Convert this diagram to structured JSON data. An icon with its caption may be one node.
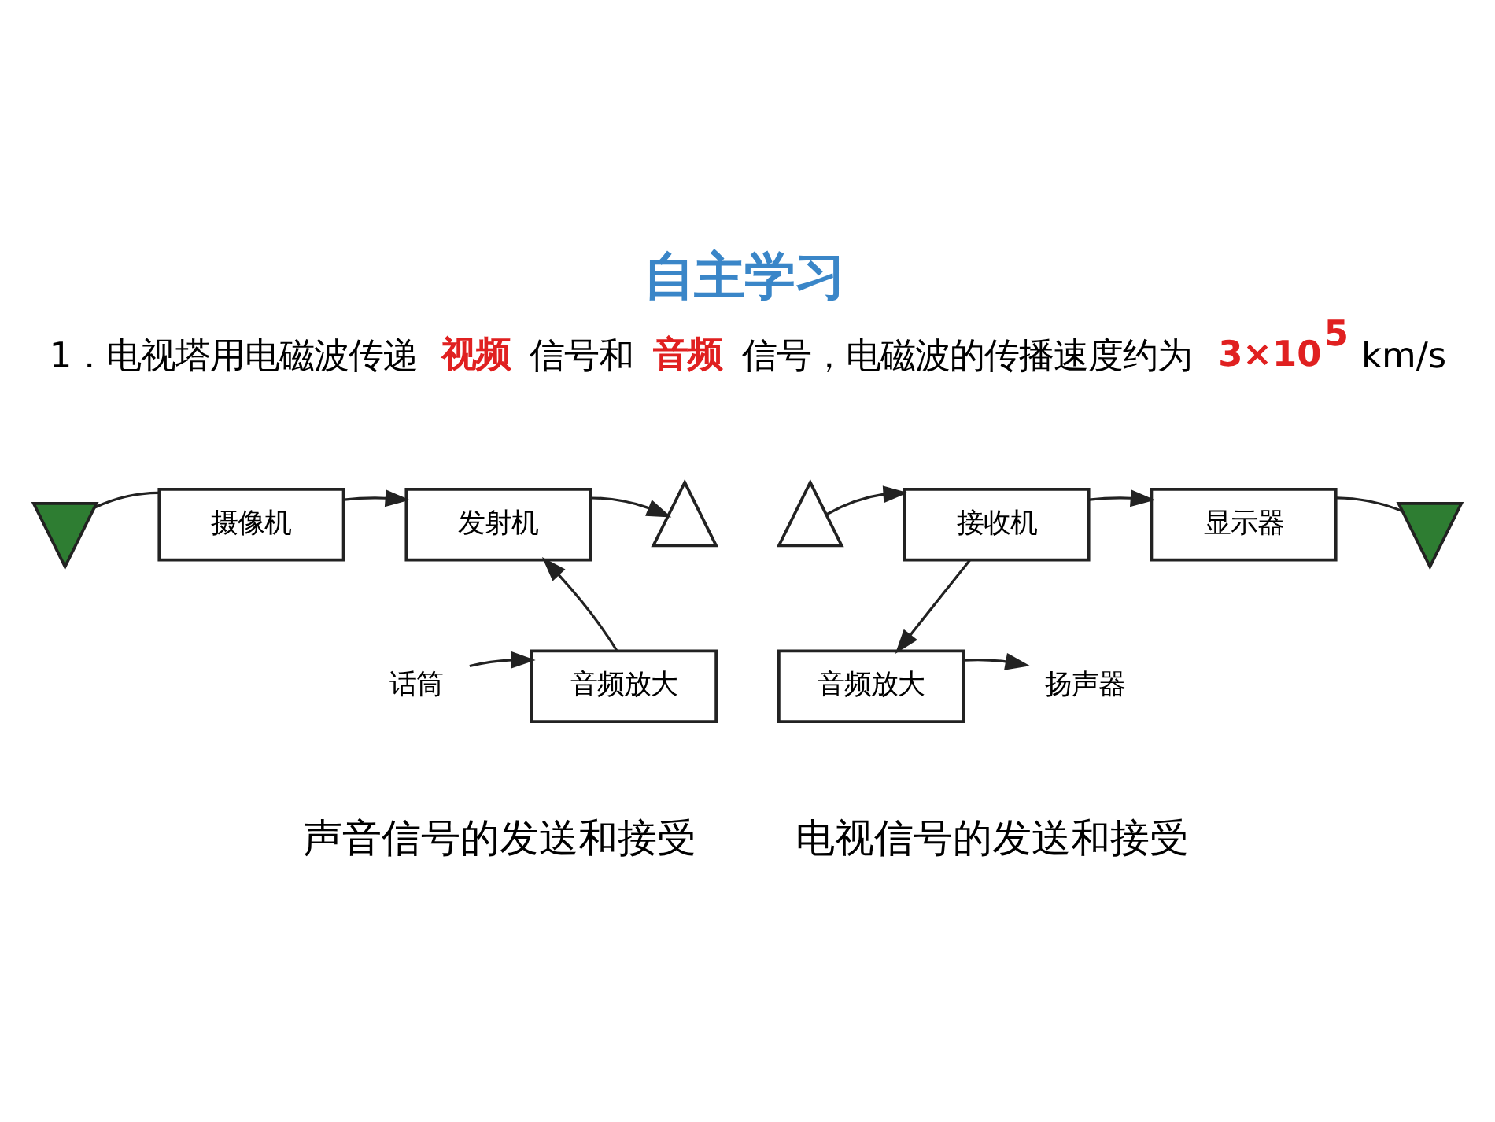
{
  "diagram": {
    "title": "自主学习",
    "nodes": [
      {
        "text": [],
        "shape": "picture"
      },
      {
        "text": [
          "摄像机"
        ]
      },
      {
        "text": [
          "发射机"
        ]
      },
      {
        "text": [],
        "shape": "picture"
      },
      {
        "text": [],
        "shape": "picture"
      },
      {
        "text": [
          "接收机"
        ]
      },
      {
        "text": [
          "显示器"
        ]
      },
      {
        "text": [],
        "shape": "picture"
      },
      {
        "text": [
          "话筒"
        ]
      },
      {
        "text": [
          "音频放大"
        ]
      },
      {
        "text": [
          "音频放大"
        ]
      },
      {
        "text": [
          "扬声器"
        ]
      }
    ],
    "edges": [
      {
        "from": 0,
        "to": 1,
        "arrow": "none"
      },
      {
        "from": 1,
        "to": 2,
        "arrow": "to"
      },
      {
        "from": 2,
        "to": 3,
        "arrow": "to"
      },
      {
        "from": 8,
        "to": 9,
        "arrow": "to"
      },
      {
        "from": 9,
        "to": 2,
        "arrow": "to"
      },
      {
        "from": 4,
        "to": 5,
        "arrow": "to"
      },
      {
        "from": 5,
        "to": 6,
        "arrow": "to"
      },
      {
        "from": 7,
        "to": 6,
        "arrow": "none"
      },
      {
        "from": 5,
        "to": 10,
        "arrow": "to"
      },
      {
        "from": 10,
        "to": 11,
        "arrow": "to"
      }
    ],
    "labels": [
      "1．电视塔用电磁波传递",
      "视频",
      "信号和",
      "音频",
      "信号，电磁波的传播速度约为",
      "3×10$^{5}$",
      "km/s",
      "声音信号的发送和接受",
      "电视信号的发送和接受"
    ]
  }
}
